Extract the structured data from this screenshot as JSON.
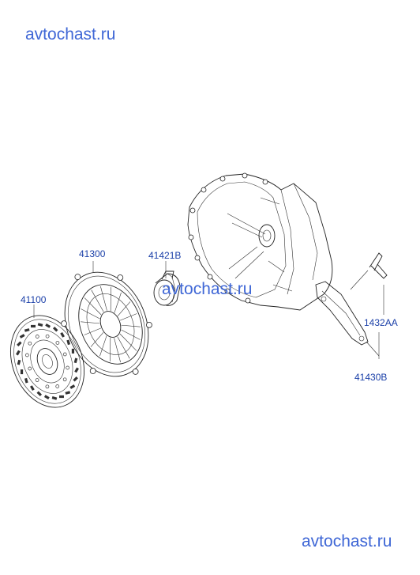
{
  "watermarks": {
    "top": "avtochast.ru",
    "middle": "avtochast.ru",
    "bottom": "avtochast.ru"
  },
  "parts": [
    {
      "id": "clutch-disc",
      "label": "41100"
    },
    {
      "id": "pressure-plate",
      "label": "41300"
    },
    {
      "id": "release-bearing",
      "label": "41421B"
    },
    {
      "id": "release-fork-boot",
      "label": "1432AA"
    },
    {
      "id": "release-fork",
      "label": "41430B"
    }
  ],
  "colors": {
    "label": "#1a3fa8",
    "watermark": "#3f67d6",
    "line": "#222222"
  }
}
